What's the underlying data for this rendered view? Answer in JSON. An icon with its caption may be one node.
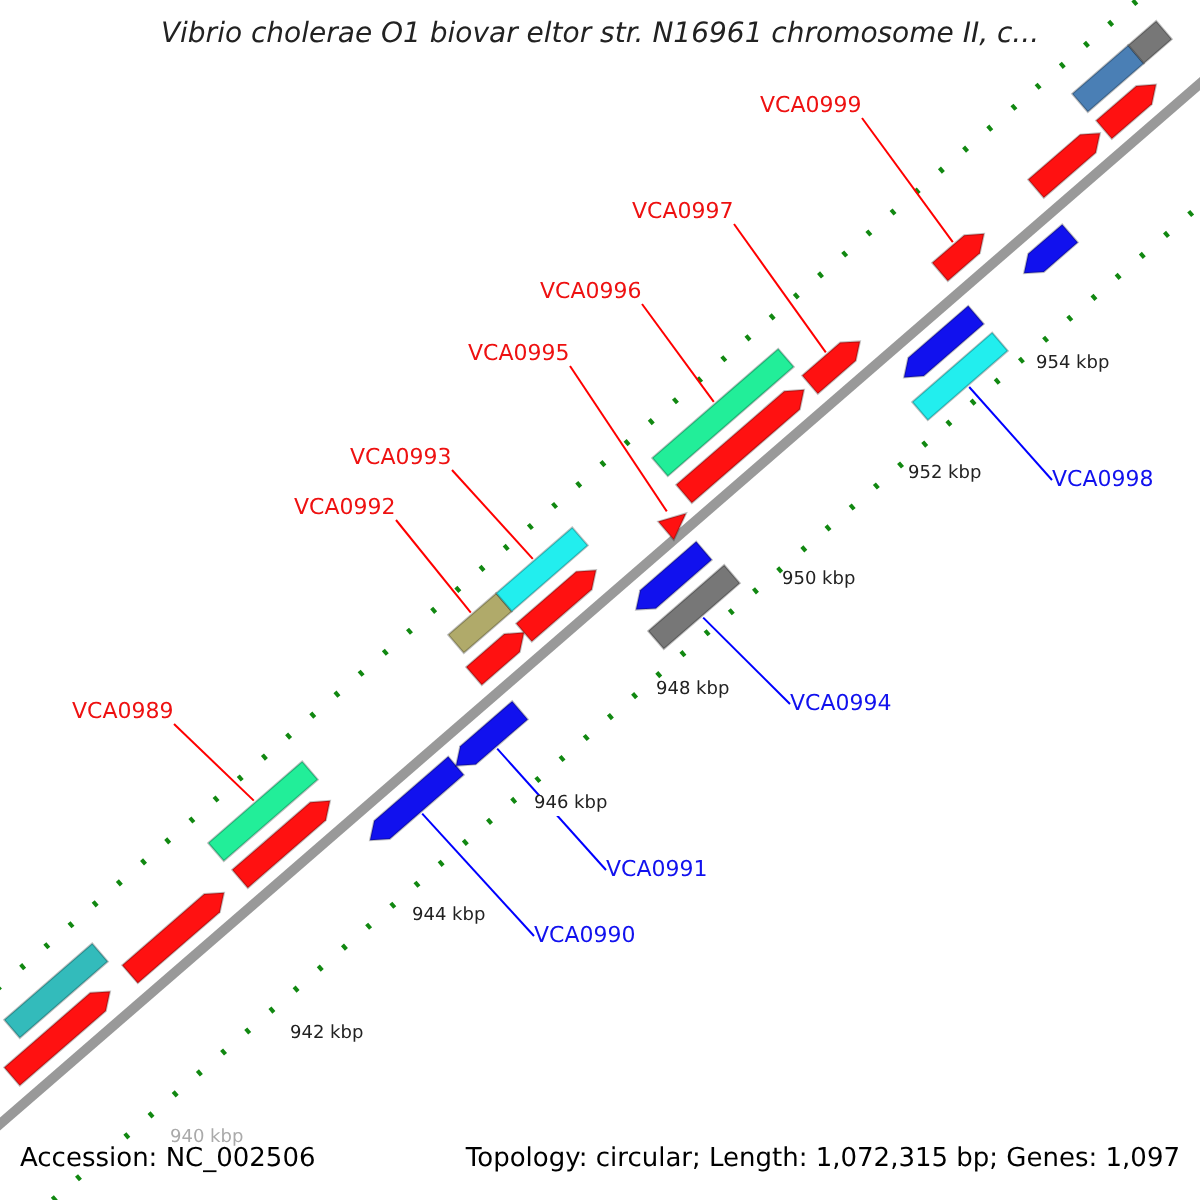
{
  "diagram": {
    "title": "Vibrio cholerae O1 biovar eltor str. N16961 chromosome II, c...",
    "nodes": [
      {
        "text": [
          "VCA0999"
        ]
      },
      {
        "text": [
          "VCA0997"
        ]
      },
      {
        "text": [
          "VCA0996"
        ]
      },
      {
        "text": [
          "VCA0995"
        ]
      },
      {
        "text": [
          "VCA0993"
        ]
      },
      {
        "text": [
          "VCA0998"
        ]
      },
      {
        "text": [
          "VCA0992"
        ]
      },
      {
        "text": [
          "VCA0994"
        ]
      },
      {
        "text": [
          "VCA0989"
        ]
      },
      {
        "text": [
          "VCA0991"
        ]
      },
      {
        "text": [
          "VCA0990"
        ]
      },
      {
        "text": [],
        "shape": "bar"
      },
      {
        "text": [],
        "shape": "bar"
      },
      {
        "text": [],
        "shape": "bar"
      },
      {
        "text": [],
        "shape": "bar"
      },
      {
        "text": [],
        "shape": "bar"
      },
      {
        "text": [],
        "shape": "bar"
      },
      {
        "text": [],
        "shape": "bar"
      },
      {
        "text": [],
        "shape": "bar"
      },
      {
        "text": [],
        "shape": "bar"
      },
      {
        "text": [],
        "shape": "bar"
      },
      {
        "text": [],
        "shape": "bar"
      },
      {
        "text": [],
        "shape": "bar"
      },
      {
        "text": [],
        "shape": "bar"
      },
      {
        "text": [],
        "shape": "bar"
      },
      {
        "text": [],
        "shape": "bar"
      },
      {
        "text": [],
        "shape": "bar"
      },
      {
        "text": [],
        "shape": "bar"
      },
      {
        "text": [],
        "shape": "bar"
      },
      {
        "text": [],
        "shape": "bar"
      },
      {
        "text": [],
        "shape": "bar"
      },
      {
        "text": [],
        "shape": "bar"
      },
      {
        "text": [],
        "shape": "bar"
      },
      {
        "text": [],
        "shape": "bar"
      },
      {
        "text": [],
        "shape": "bar"
      },
      {
        "text": [],
        "shape": "bar"
      }
    ],
    "edges": [
      {
        "from": 0,
        "to": 30,
        "arrow": "none"
      },
      {
        "from": 1,
        "to": 27,
        "arrow": "none"
      },
      {
        "from": 2,
        "to": 25,
        "arrow": "none"
      },
      {
        "from": 3,
        "to": 23,
        "arrow": "none"
      },
      {
        "from": 4,
        "to": 20,
        "arrow": "none"
      },
      {
        "from": 5,
        "to": 29,
        "arrow": "none",
        "color": "#0000ff"
      },
      {
        "from": 6,
        "to": 17,
        "arrow": "none"
      },
      {
        "from": 7,
        "to": 24,
        "arrow": "none",
        "color": "#0000ff"
      },
      {
        "from": 8,
        "to": 14,
        "arrow": "none"
      },
      {
        "from": 9,
        "to": 18,
        "arrow": "none",
        "color": "#0000ff"
      },
      {
        "from": 10,
        "to": 16,
        "arrow": "none",
        "color": "#0000ff"
      }
    ],
    "labels": [
      "954 kbp",
      "952 kbp",
      "950 kbp",
      "948 kbp",
      "946 kbp",
      "944 kbp",
      "942 kbp",
      "940 kbp",
      "Accession: NC_002506",
      "Topology: circular; Length: 1,072,315 bp; Genes: 1,097"
    ]
  }
}
